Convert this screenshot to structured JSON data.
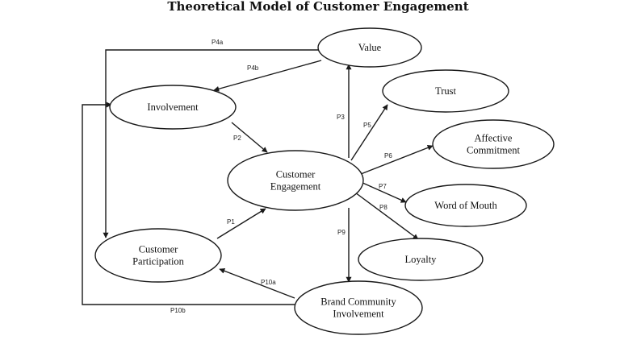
{
  "title": "Theoretical Model of Customer Engagement",
  "nodes": {
    "value": {
      "lines": [
        "Value"
      ]
    },
    "involvement": {
      "lines": [
        "Involvement"
      ]
    },
    "trust": {
      "lines": [
        "Trust"
      ]
    },
    "affective_commitment": {
      "lines": [
        "Affective",
        "Commitment"
      ]
    },
    "customer_engagement": {
      "lines": [
        "Customer",
        "Engagement"
      ]
    },
    "word_of_mouth": {
      "lines": [
        "Word of Mouth"
      ]
    },
    "customer_participation": {
      "lines": [
        "Customer",
        "Participation"
      ]
    },
    "loyalty": {
      "lines": [
        "Loyalty"
      ]
    },
    "brand_community_involvement": {
      "lines": [
        "Brand Community",
        "Involvement"
      ]
    }
  },
  "edges": [
    {
      "id": "p1",
      "label": "P1",
      "from": "customer_participation",
      "to": "customer_engagement"
    },
    {
      "id": "p2",
      "label": "P2",
      "from": "involvement",
      "to": "customer_engagement"
    },
    {
      "id": "p3",
      "label": "P3",
      "from": "customer_engagement",
      "to": "value"
    },
    {
      "id": "p4a",
      "label": "P4a",
      "from": "value",
      "to": "customer_participation"
    },
    {
      "id": "p4b",
      "label": "P4b",
      "from": "value",
      "to": "involvement"
    },
    {
      "id": "p5",
      "label": "P5",
      "from": "customer_engagement",
      "to": "trust"
    },
    {
      "id": "p6",
      "label": "P6",
      "from": "customer_engagement",
      "to": "affective_commitment"
    },
    {
      "id": "p7",
      "label": "P7",
      "from": "customer_engagement",
      "to": "word_of_mouth"
    },
    {
      "id": "p8",
      "label": "P8",
      "from": "customer_engagement",
      "to": "loyalty"
    },
    {
      "id": "p9",
      "label": "P9",
      "from": "customer_engagement",
      "to": "brand_community_involvement"
    },
    {
      "id": "p10a",
      "label": "P10a",
      "from": "brand_community_involvement",
      "to": "customer_participation"
    },
    {
      "id": "p10b",
      "label": "P10b",
      "from": "brand_community_involvement",
      "to": "involvement"
    }
  ]
}
